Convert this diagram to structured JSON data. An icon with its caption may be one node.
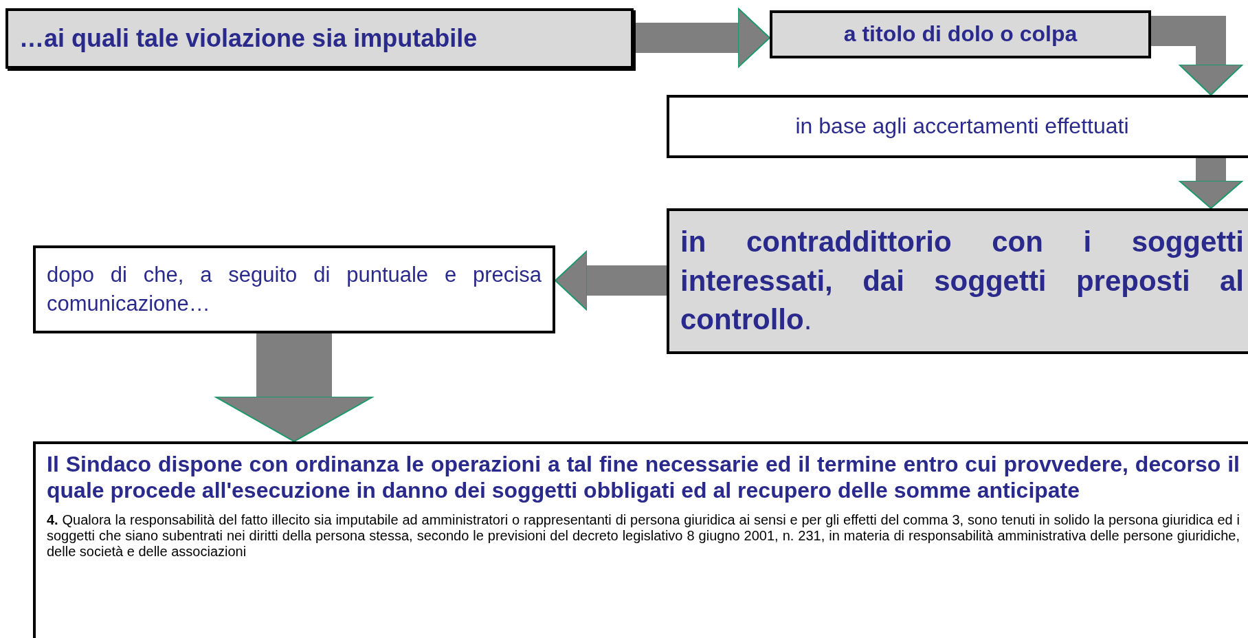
{
  "diagram": {
    "nodes": [
      {
        "text": [
          "…ai quali tale violazione sia imputabile"
        ]
      },
      {
        "text": [
          "a titolo di dolo o colpa"
        ]
      },
      {
        "text": [
          "in base agli accertamenti effettuati"
        ]
      },
      {
        "text": [
          "**in contraddittorio con i soggetti interessati, dai soggetti preposti al controllo**."
        ]
      },
      {
        "text": [
          "dopo di che, a seguito di puntuale e precisa comunicazione…"
        ]
      },
      {
        "text": [
          "Il Sindaco dispone con ordinanza le operazioni a tal fine necessarie ed il termine entro cui provvedere, decorso il quale procede all'esecuzione in danno dei soggetti obbligati ed al recupero delle somme anticipate",
          "**4.** Qualora la responsabilità del fatto illecito sia imputabile ad amministratori o rappresentanti di persona giuridica ai sensi e per gli effetti del comma 3, sono tenuti in solido la persona giuridica ed i soggetti che siano subentrati nei diritti della persona stessa, secondo le previsioni del decreto legislativo 8 giugno 2001, n. 231, in materia di responsabilità amministrativa delle persone giuridiche, delle società e delle associazioni"
        ]
      }
    ],
    "edges": [
      {
        "from": 0,
        "to": 1,
        "arrow": "to"
      },
      {
        "from": 1,
        "to": 2,
        "arrow": "to"
      },
      {
        "from": 2,
        "to": 3,
        "arrow": "to"
      },
      {
        "from": 3,
        "to": 4,
        "arrow": "to"
      },
      {
        "from": 4,
        "to": 5,
        "arrow": "to",
        "style": "thick"
      }
    ]
  }
}
